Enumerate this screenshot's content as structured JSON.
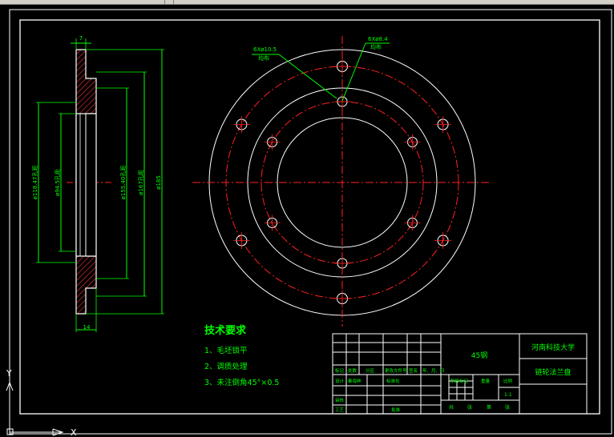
{
  "colors": {
    "background": "#000000",
    "outline": "#ffffff",
    "centerline": "#ff2020",
    "hatch": "#ff3030",
    "dimension": "#00ff00",
    "text": "#00ff00",
    "ucs": "#ffffff"
  },
  "ucs_icon": {
    "y_label": "Y",
    "x_label": "X"
  },
  "side_view": {
    "top_dim": "7",
    "bottom_dim": "14",
    "dim_1": "ø118.47孔距",
    "dim_2": "ø94.5孔距",
    "dim_3": "ø155.40孔距",
    "dim_4": "ø167孔距",
    "dim_5": "ø185"
  },
  "front_view": {
    "callout_1": {
      "line1": "6Xø10.5",
      "line2": "均布"
    },
    "callout_2": {
      "line1": "6Xø8.4",
      "line2": "均布"
    }
  },
  "tech_requirements": {
    "title": "技术要求",
    "items": [
      "1、毛坯锁平",
      "2、调质处理",
      "3、未注倒角45°×0.5"
    ]
  },
  "title_block": {
    "material": "45钢",
    "school": "河南科技大学",
    "part_name": "链轮法兰盘",
    "row_labels": [
      "标记",
      "处数",
      "分区",
      "更改文件号",
      "签名",
      "年、月、日"
    ],
    "design": "设计",
    "designer": "秦海林",
    "standardize": "标准化",
    "review": "审核",
    "process": "工艺",
    "approve": "批准",
    "stage_mark": "阶段标记",
    "weight": "重量",
    "scale": "比例",
    "scale_value": "1:1",
    "sheet_total": "共",
    "sheet_unit": "张",
    "sheet_no": "第",
    "sheet_unit2": "张"
  }
}
